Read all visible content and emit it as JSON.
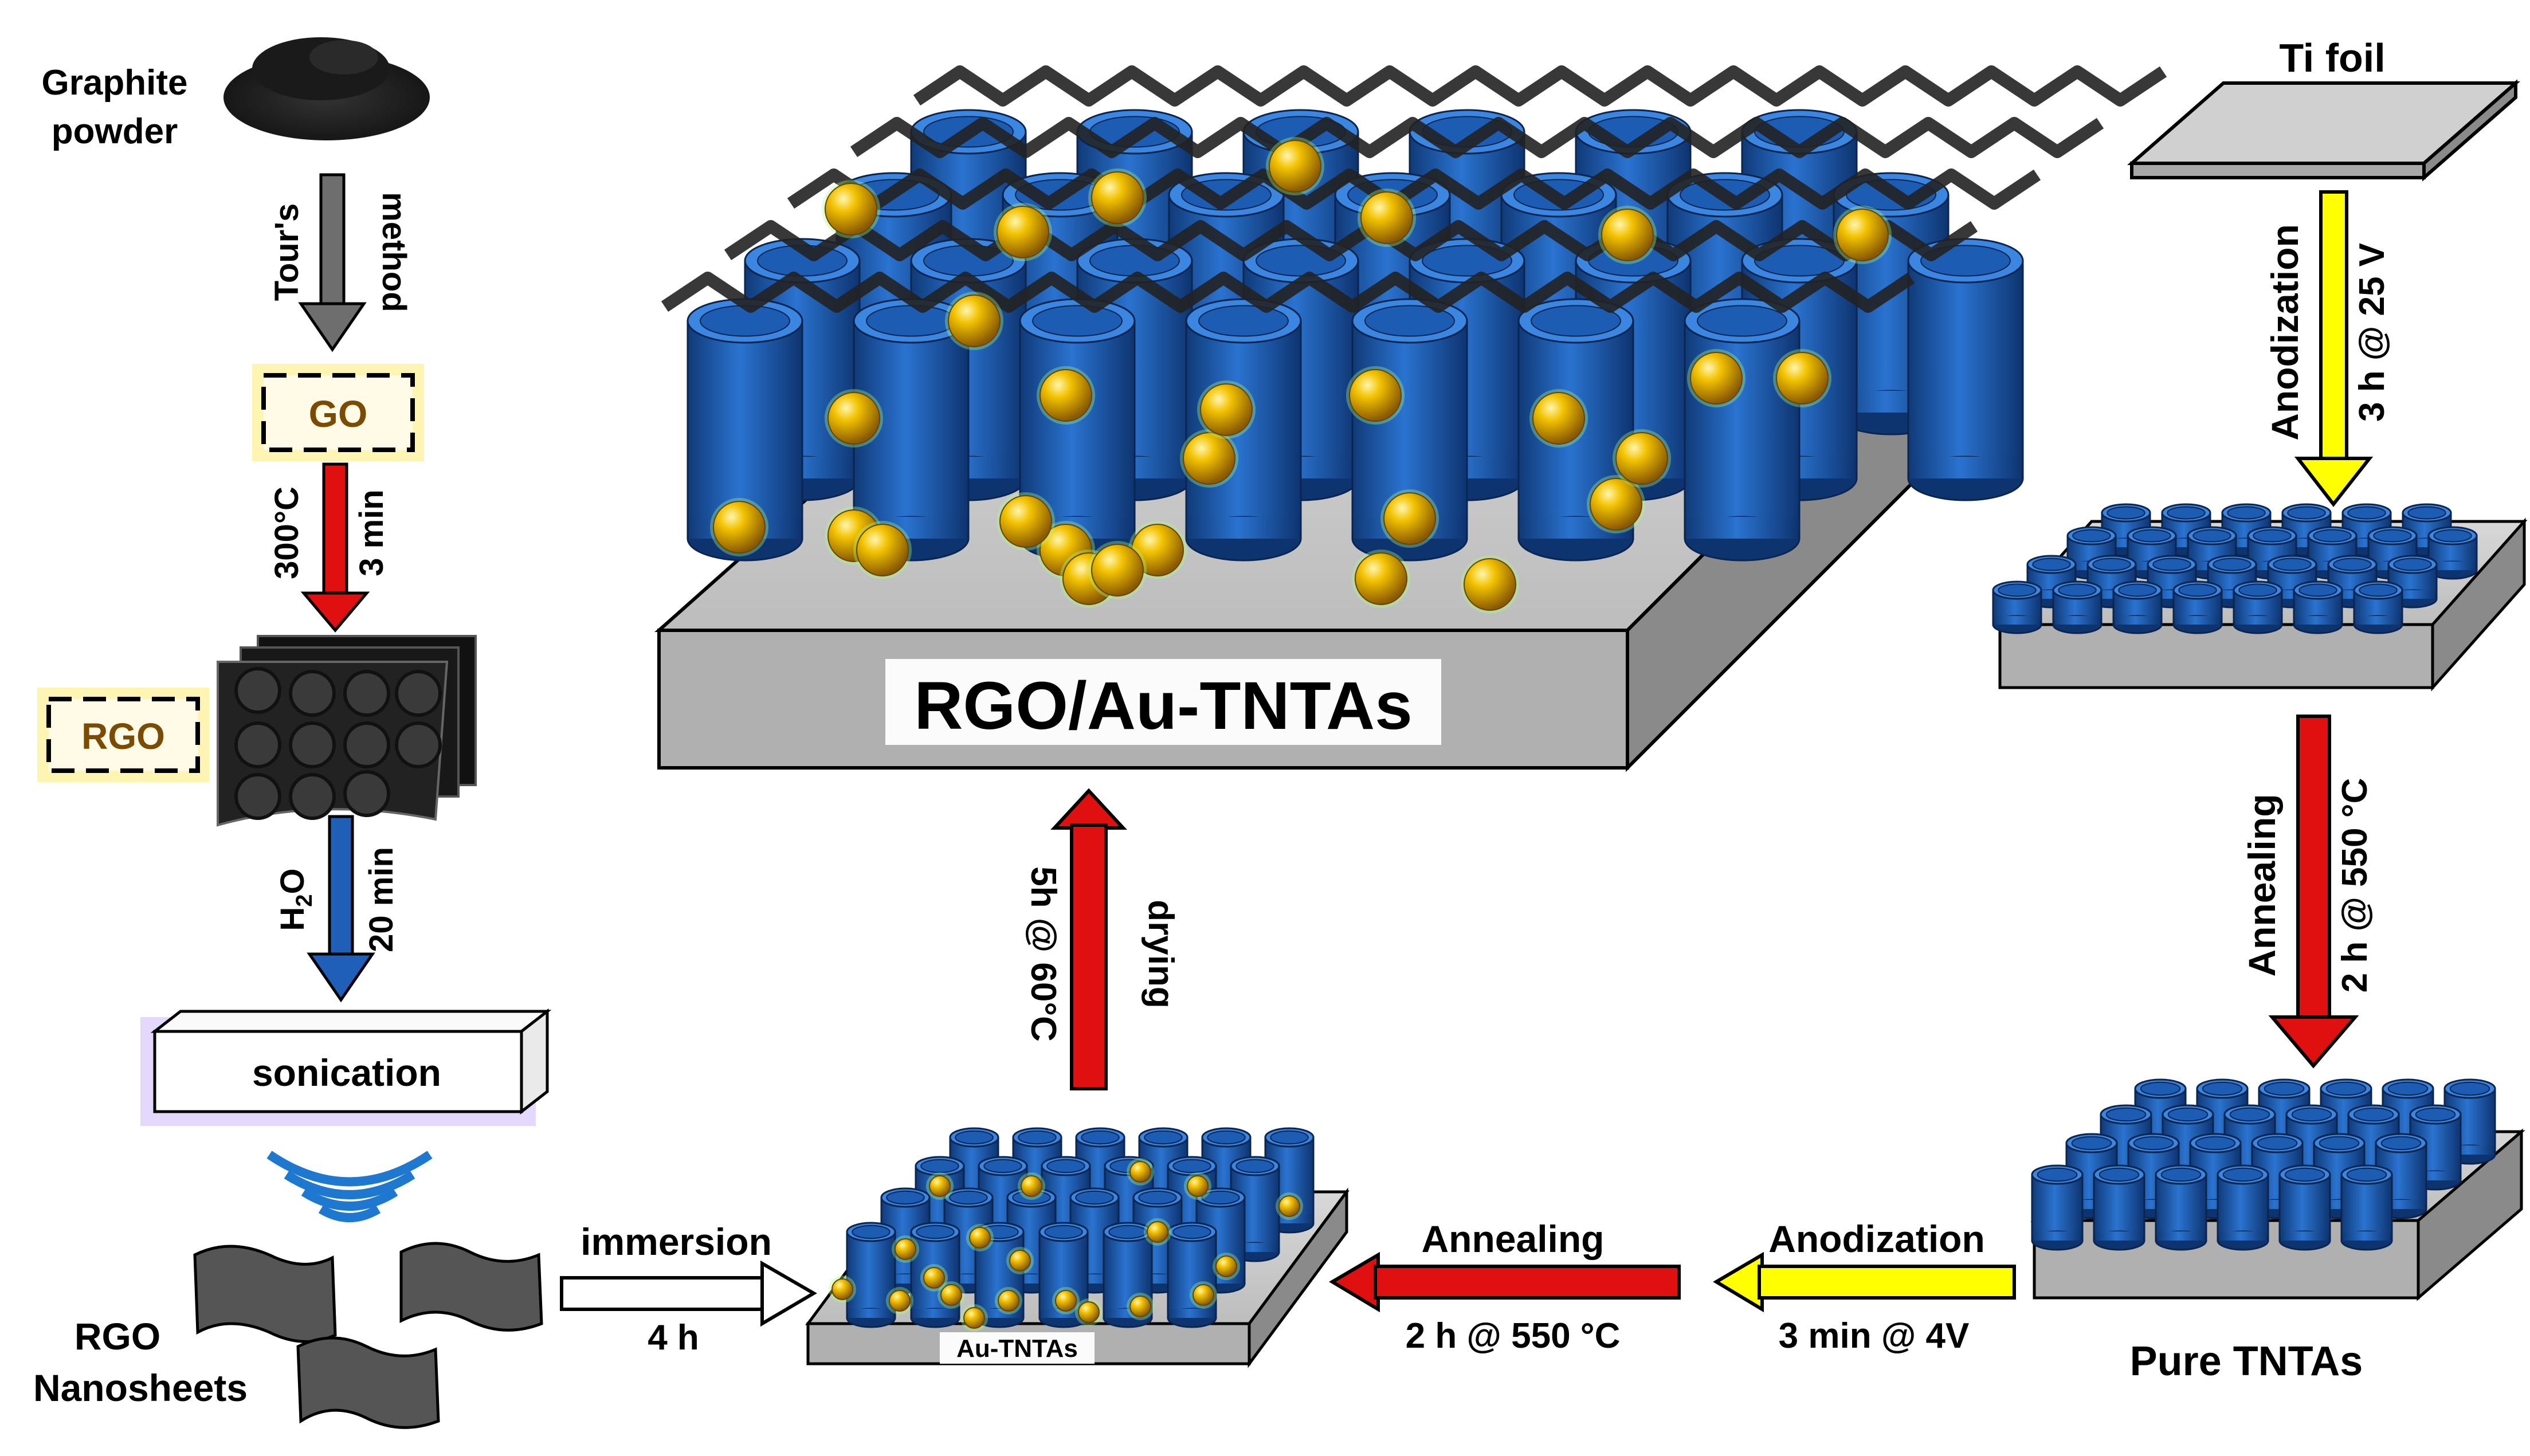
{
  "left": {
    "graphite": "Graphite\npowder",
    "tours": "Tour's",
    "method": "method",
    "go": "GO",
    "temp": "300°C",
    "time1": "3 min",
    "rgo": "RGO",
    "h2o": "H",
    "h2o_sub": "2",
    "h2o_end": "O",
    "time2": "20 min",
    "sonication": "sonication",
    "nanosheets_1": "RGO",
    "nanosheets_2": "Nanosheets"
  },
  "center": {
    "main_label": "RGO/Au-TNTAs",
    "drying": "drying",
    "drying_cond": "5h @ 60°C",
    "immersion": "immersion",
    "immersion_time": "4 h",
    "au_label": "Au-TNTAs",
    "annealing": "Annealing",
    "annealing_cond": "2 h @ 550 °C",
    "anodization": "Anodization",
    "anodization_cond": "3 min @ 4V"
  },
  "right": {
    "ti_foil": "Ti foil",
    "anodization": "Anodization",
    "anodization_cond": "3 h @ 25 V",
    "annealing": "Annealing",
    "annealing_cond": "2 h @ 550 °C",
    "pure": "Pure TNTAs"
  },
  "colors": {
    "tube": "#1f5fb8",
    "tube_top": "#2e7ad6",
    "gold": "#e0a800",
    "red_arrow": "#e01010",
    "yellow_arrow": "#ffff00",
    "blue_arrow": "#1f5fb8",
    "gray_arrow": "#6e6e6e",
    "slab": "#c8c8c8"
  }
}
